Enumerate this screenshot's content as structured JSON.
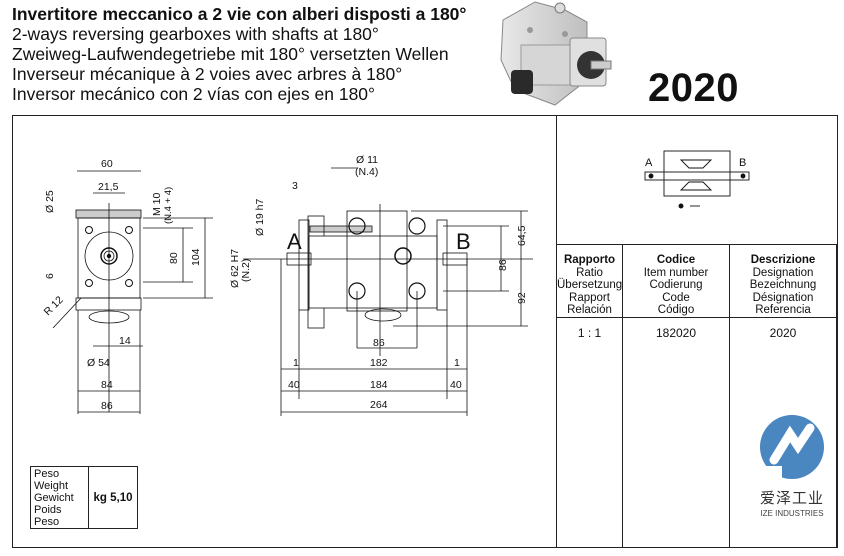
{
  "header": {
    "titles": [
      "Invertitore meccanico a 2 vie con alberi disposti a 180°",
      "2-ways reversing gearboxes with shafts at 180°",
      "Zweiweg-Laufwendegetriebe mit 180° versetzten Wellen",
      "Inverseur mécanique à 2 voies avec arbres à 180°",
      "Inversor mecánico con 2 vías con ejes en 180°"
    ],
    "model": "2020"
  },
  "drawing": {
    "side_view": {
      "dims": {
        "w60": "60",
        "w21_5": "21,5",
        "d25": "Ø 25",
        "m10": "M 10",
        "m10_n": "(N.4 + 4)",
        "h80": "80",
        "h104": "104",
        "h6": "6",
        "r12": "R 12",
        "w14": "14",
        "d54": "Ø 54",
        "w84": "84",
        "w86": "86"
      }
    },
    "front_view": {
      "dims": {
        "d11": "Ø 11",
        "d11_n": "(N.4)",
        "w3": "3",
        "d19": "Ø 19 h7",
        "d62": "Ø 62 H7",
        "d62_n": "(N.2)",
        "h64_5": "64,5",
        "h86": "86",
        "h92": "92",
        "w86": "86",
        "w1a": "1",
        "w182": "182",
        "w1b": "1",
        "w40a": "40",
        "w184": "184",
        "w40b": "40",
        "w264": "264"
      },
      "shaft_a": "A",
      "shaft_b": "B"
    }
  },
  "schematic": {
    "label_a": "A",
    "label_b": "B"
  },
  "spec_table": {
    "columns": [
      {
        "header": [
          "Rapporto",
          "Ratio",
          "Übersetzung",
          "Rapport",
          "Relación"
        ],
        "value": "1 : 1"
      },
      {
        "header": [
          "Codice",
          "Item number",
          "Codierung",
          "Code",
          "Código"
        ],
        "value": "182020"
      },
      {
        "header": [
          "Descrizione",
          "Designation",
          "Bezeichnung",
          "Désignation",
          "Referencia"
        ],
        "value": "2020"
      }
    ]
  },
  "weight": {
    "labels": [
      "Peso",
      "Weight",
      "Gewicht",
      "Poids",
      "Peso"
    ],
    "value": "kg 5,10"
  },
  "logo": {
    "cn": "爱泽工业",
    "en": "IZE INDUSTRIES",
    "color": "#4A86C0"
  }
}
